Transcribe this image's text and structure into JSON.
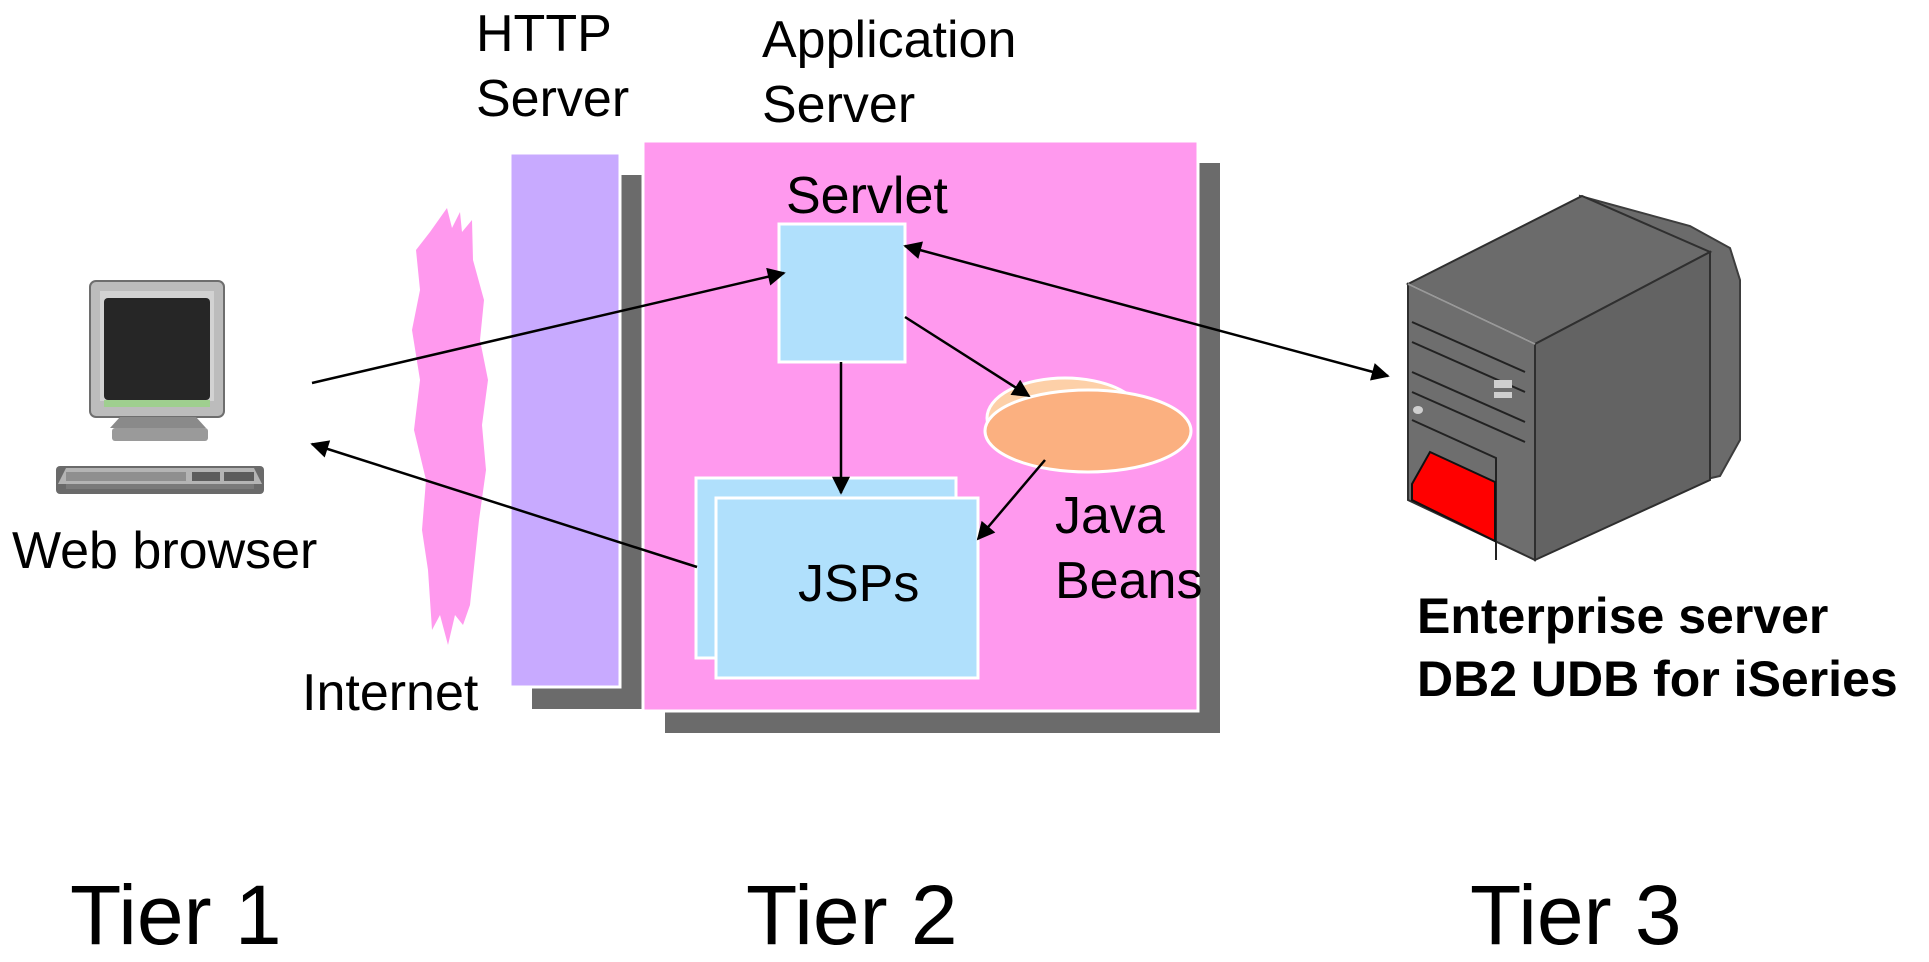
{
  "labels": {
    "http_server_line1": "HTTP",
    "http_server_line2": "Server",
    "app_server_line1": "Application",
    "app_server_line2": "Server",
    "servlet": "Servlet",
    "java_beans_line1": "Java",
    "java_beans_line2": "Beans",
    "jsps": "JSPs",
    "web_browser": "Web browser",
    "internet": "Internet",
    "enterprise_line1": "Enterprise server",
    "enterprise_line2": "DB2 UDB for iSeries"
  },
  "tiers": [
    "Tier 1",
    "Tier 2",
    "Tier 3"
  ],
  "colors": {
    "app_server_fill": "#ff99ee",
    "http_server_fill": "#c8aaff",
    "internet_fill": "#ff99ee",
    "shadow": "#6b6b6b",
    "component_fill": "#b0e0fc",
    "bean_back": "#fdd0a8",
    "bean_front": "#fbb080",
    "server_body": "#6b6b6b",
    "server_accent": "#ff0000"
  },
  "icons": [
    "desktop-computer-icon",
    "tower-server-icon",
    "internet-cloud-icon"
  ]
}
